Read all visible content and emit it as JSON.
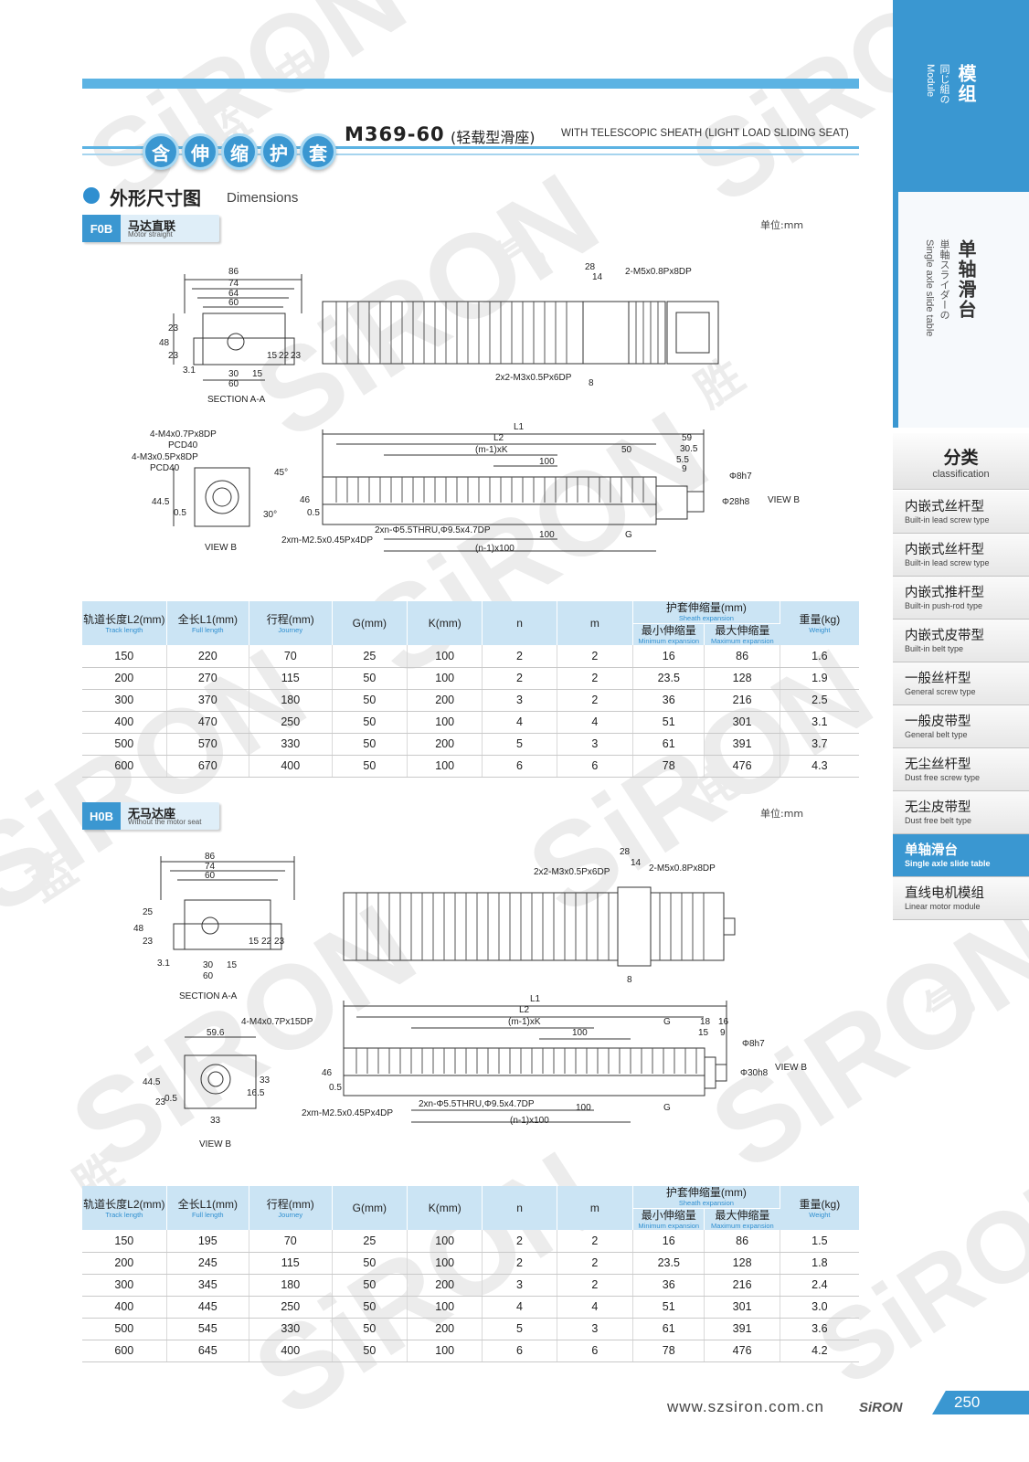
{
  "watermark": {
    "brand": "SiRON",
    "chars": [
      "电",
      "蓝",
      "胜",
      "气"
    ]
  },
  "badge_chars": [
    "含",
    "伸",
    "缩",
    "护",
    "套"
  ],
  "header": {
    "model": "M369-60",
    "model_cn": "(轻载型滑座)",
    "model_en": "WITH TELESCOPIC SHEATH (LIGHT LOAD SLIDING SEAT)"
  },
  "section": {
    "title_cn": "外形尺寸图",
    "title_en": "Dimensions"
  },
  "f0b": {
    "code": "F0B",
    "label_cn": "马达直联",
    "label_en": "Motor straight",
    "unit": "单位:mm",
    "drawing": {
      "section_dims": [
        "86",
        "74",
        "64",
        "60",
        "48",
        "23",
        "23",
        "3.1",
        "15",
        "22",
        "23",
        "30",
        "15",
        "60"
      ],
      "section_label": "SECTION A-A",
      "top_labels": [
        "28",
        "14",
        "2-M5x0.8Px8DP",
        "2x2-M3x0.5Px6DP",
        "8"
      ],
      "view_b_labels": [
        "4-M4x0.7Px8DP",
        "PCD40",
        "4-M3x0.5Px8DP",
        "PCD40",
        "44.5",
        "0.5",
        "30°",
        "45°",
        "VIEW B"
      ],
      "front_labels": [
        "L1",
        "L2",
        "(m-1)xK",
        "50",
        "100",
        "59",
        "30.5",
        "5.5",
        "9",
        "Φ8h7",
        "Φ28h8",
        "VIEW B",
        "46",
        "0.5",
        "2xn-Φ5.5THRU,Φ9.5x4.7DP",
        "2xm-M2.5x0.45Px4DP",
        "100",
        "G",
        "(n-1)x100"
      ]
    }
  },
  "h0b": {
    "code": "H0B",
    "label_cn": "无马达座",
    "label_en": "Without the motor seat",
    "unit": "单位:mm",
    "drawing": {
      "section_dims": [
        "86",
        "74",
        "60",
        "48",
        "25",
        "23",
        "3.1",
        "15",
        "22",
        "23",
        "30",
        "15",
        "60"
      ],
      "section_label": "SECTION A-A",
      "top_labels": [
        "28",
        "14",
        "2x2-M3x0.5Px6DP",
        "2-M5x0.8Px8DP",
        "8"
      ],
      "view_b_labels": [
        "4-M4x0.7Px15DP",
        "59.6",
        "44.5",
        "23",
        "0.5",
        "33",
        "16.5",
        "33",
        "VIEW B"
      ],
      "front_labels": [
        "L1",
        "L2",
        "(m-1)xK",
        "G",
        "18",
        "16",
        "15",
        "9",
        "100",
        "Φ8h7",
        "Φ30h8",
        "VIEW B",
        "46",
        "0.5",
        "2xn-Φ5.5THRU,Φ9.5x4.7DP",
        "2xm-M2.5x0.45Px4DP",
        "100",
        "G",
        "(n-1)x100"
      ]
    }
  },
  "table_head": {
    "l2": {
      "cn": "轨道长度L2(mm)",
      "en": "Track length"
    },
    "l1": {
      "cn": "全长L1(mm)",
      "en": "Full length"
    },
    "stroke": {
      "cn": "行程(mm)",
      "en": "Journey"
    },
    "g": "G(mm)",
    "k": "K(mm)",
    "n": "n",
    "m": "m",
    "sheath": {
      "cn": "护套伸缩量(mm)",
      "en": "Sheath expansion"
    },
    "min": {
      "cn": "最小伸缩量",
      "en": "Minimum expansion"
    },
    "max": {
      "cn": "最大伸缩量",
      "en": "Maximum expansion"
    },
    "weight": {
      "cn": "重量(kg)",
      "en": "Weight"
    }
  },
  "table1": [
    [
      "150",
      "220",
      "70",
      "25",
      "100",
      "2",
      "2",
      "16",
      "86",
      "1.6"
    ],
    [
      "200",
      "270",
      "115",
      "50",
      "100",
      "2",
      "2",
      "23.5",
      "128",
      "1.9"
    ],
    [
      "300",
      "370",
      "180",
      "50",
      "200",
      "3",
      "2",
      "36",
      "216",
      "2.5"
    ],
    [
      "400",
      "470",
      "250",
      "50",
      "100",
      "4",
      "4",
      "51",
      "301",
      "3.1"
    ],
    [
      "500",
      "570",
      "330",
      "50",
      "200",
      "5",
      "3",
      "61",
      "391",
      "3.7"
    ],
    [
      "600",
      "670",
      "400",
      "50",
      "100",
      "6",
      "6",
      "78",
      "476",
      "4.3"
    ]
  ],
  "table2": [
    [
      "150",
      "195",
      "70",
      "25",
      "100",
      "2",
      "2",
      "16",
      "86",
      "1.5"
    ],
    [
      "200",
      "245",
      "115",
      "50",
      "100",
      "2",
      "2",
      "23.5",
      "128",
      "1.8"
    ],
    [
      "300",
      "345",
      "180",
      "50",
      "200",
      "3",
      "2",
      "36",
      "216",
      "2.4"
    ],
    [
      "400",
      "445",
      "250",
      "50",
      "100",
      "4",
      "4",
      "51",
      "301",
      "3.0"
    ],
    [
      "500",
      "545",
      "330",
      "50",
      "200",
      "5",
      "3",
      "61",
      "391",
      "3.6"
    ],
    [
      "600",
      "645",
      "400",
      "50",
      "100",
      "6",
      "6",
      "78",
      "476",
      "4.2"
    ]
  ],
  "sidebar": {
    "top": {
      "cn": "模组",
      "jp": "同じ組の",
      "en": "Module"
    },
    "mid": {
      "cn": "单轴滑台",
      "jp": "単軸スライダーの",
      "en": "Single axle slide table"
    },
    "class_cn": "分类",
    "class_en": "classification",
    "items": [
      {
        "cn": "内嵌式丝杆型",
        "en": "Built-in lead screw type"
      },
      {
        "cn": "内嵌式丝杆型",
        "en": "Built-in lead screw type"
      },
      {
        "cn": "内嵌式推杆型",
        "en": "Built-in push-rod type"
      },
      {
        "cn": "内嵌式皮带型",
        "en": "Built-in belt type"
      },
      {
        "cn": "一般丝杆型",
        "en": "General screw type"
      },
      {
        "cn": "一般皮带型",
        "en": "General belt type"
      },
      {
        "cn": "无尘丝杆型",
        "en": "Dust free screw type"
      },
      {
        "cn": "无尘皮带型",
        "en": "Dust free belt type"
      },
      {
        "cn": "单轴滑台",
        "en": "Single axle slide table"
      },
      {
        "cn": "直线电机模组",
        "en": "Linear motor module"
      }
    ],
    "active_index": 8
  },
  "footer": {
    "url": "www.szsiron.com.cn",
    "logo": "SiRON",
    "page": "250"
  }
}
